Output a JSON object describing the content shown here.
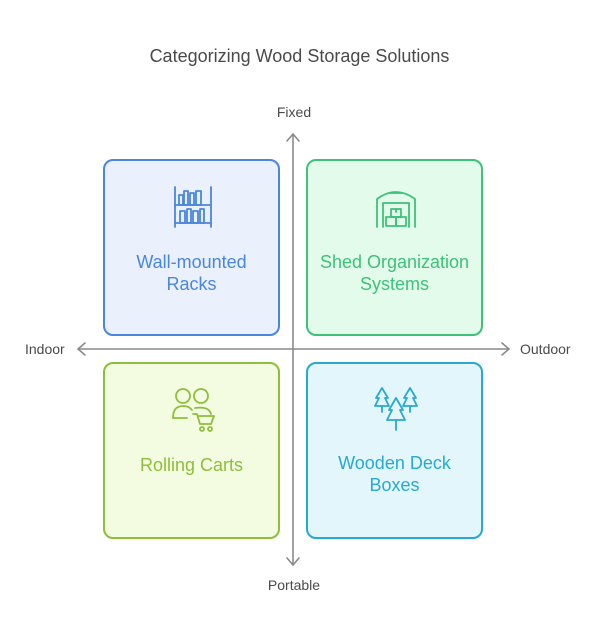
{
  "title": "Categorizing Wood Storage Solutions",
  "axes": {
    "top": "Fixed",
    "bottom": "Portable",
    "left": "Indoor",
    "right": "Outdoor"
  },
  "quadrants": {
    "top_left": {
      "label": "Wall-mounted Racks",
      "icon": "bookshelf-icon",
      "color": "#4a86de"
    },
    "top_right": {
      "label": "Shed Organization Systems",
      "icon": "warehouse-icon",
      "color": "#3ec17a"
    },
    "bottom_left": {
      "label": "Rolling Carts",
      "icon": "people-cart-icon",
      "color": "#8dbf3a"
    },
    "bottom_right": {
      "label": "Wooden Deck Boxes",
      "icon": "trees-icon",
      "color": "#28a9cf"
    }
  }
}
